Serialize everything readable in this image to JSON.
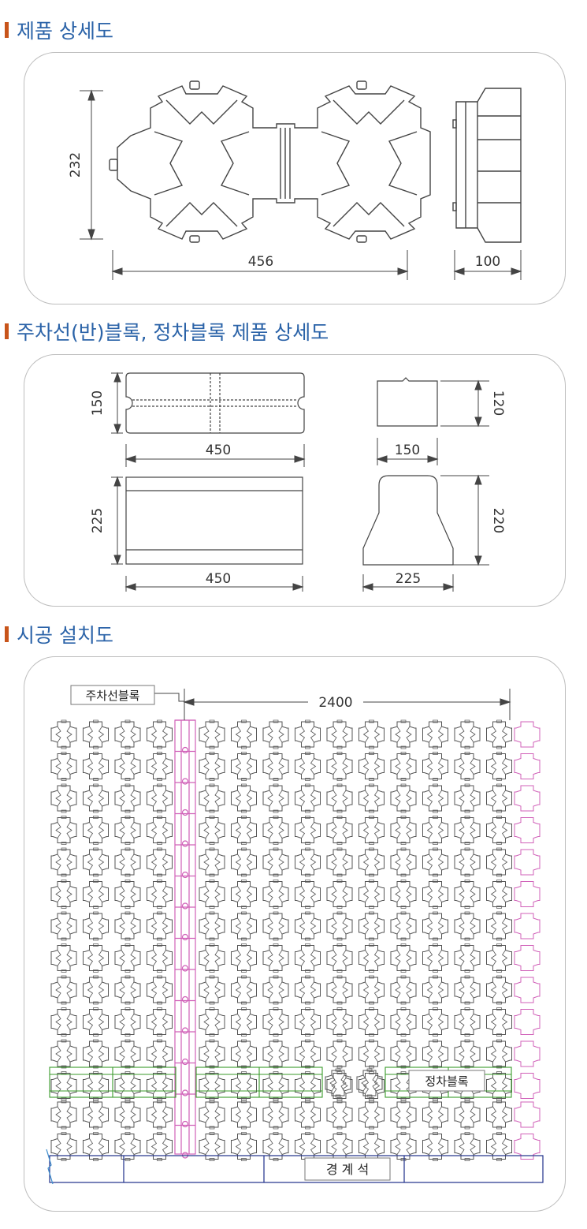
{
  "sections": [
    {
      "title": "제품 상세도"
    },
    {
      "title": "주차선(반)블록, 정차블록 제품 상세도"
    },
    {
      "title": "시공 설치도"
    }
  ],
  "product_detail": {
    "height_label": "232",
    "width_label": "456",
    "side_width_label": "100"
  },
  "block_detail": {
    "top_height_label": "150",
    "top_width_label": "450",
    "end_width_label": "150",
    "end_height_label": "120",
    "front_height_label": "225",
    "front_width_label": "450",
    "profile_width_label": "225",
    "profile_height_label": "220"
  },
  "installation": {
    "parking_line_block_label": "주차선블록",
    "span_label": "2400",
    "stop_block_label": "정차블록",
    "curb_label": "경 계 석"
  },
  "colors": {
    "title_blue": "#2b63a8",
    "title_bar": "#c8541a",
    "line_magenta": "#d060b8",
    "stop_green": "#3a9a2a",
    "curb_blue": "#1e2f8a"
  }
}
